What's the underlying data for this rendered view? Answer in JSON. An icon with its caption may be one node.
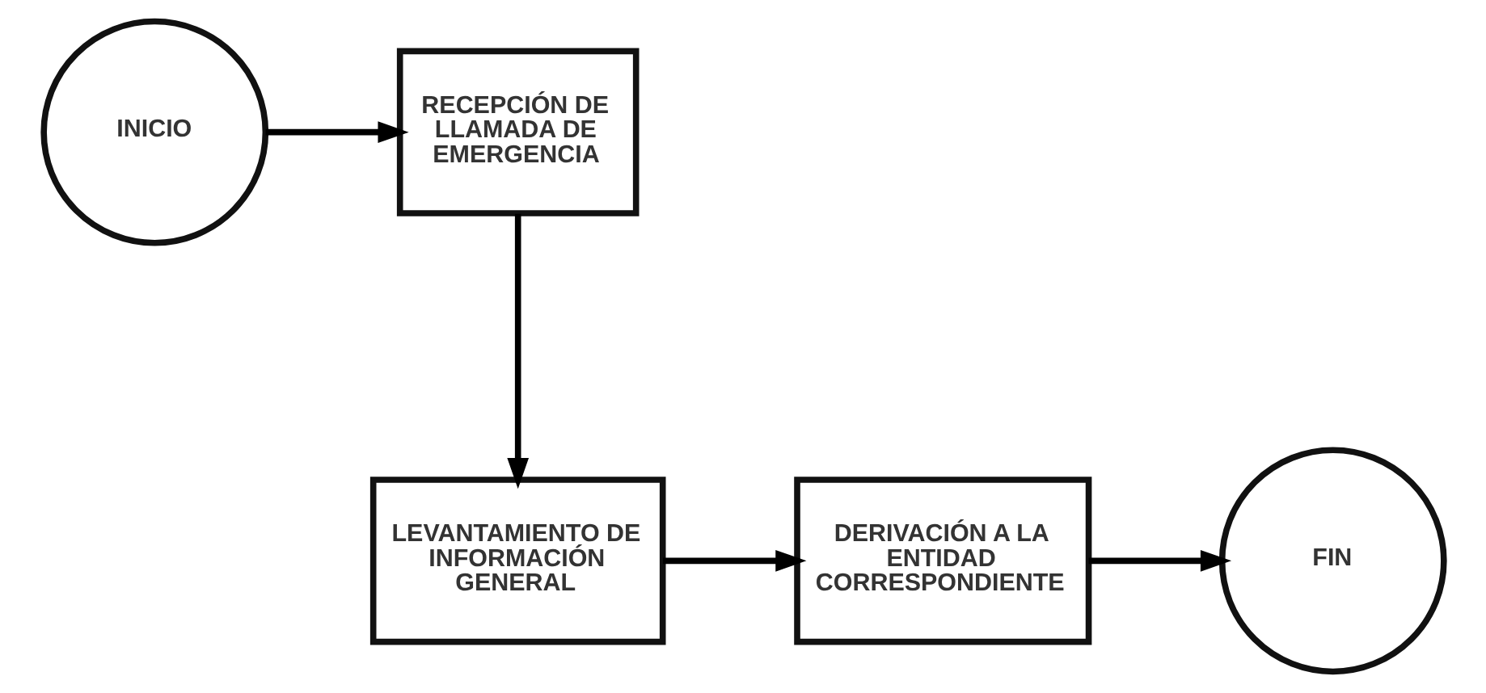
{
  "diagram": {
    "nodes": [
      {
        "text": [
          "INICIO"
        ]
      },
      {
        "text": [
          "RECEPCIÓN DE LLAMADA DE EMERGENCIA"
        ]
      },
      {
        "text": [
          "LEVANTAMIENTO DE INFORMACIÓN GENERAL"
        ]
      },
      {
        "text": [
          "DERIVACIÓN A LA ENTIDAD CORRESPONDIENTE"
        ]
      },
      {
        "text": [
          "FIN"
        ]
      }
    ],
    "edges": [
      {
        "from": 0,
        "to": 1,
        "arrow": "to"
      },
      {
        "from": 1,
        "to": 2,
        "arrow": "to"
      },
      {
        "from": 2,
        "to": 3,
        "arrow": "to"
      },
      {
        "from": 3,
        "to": 4,
        "arrow": "to"
      }
    ]
  }
}
